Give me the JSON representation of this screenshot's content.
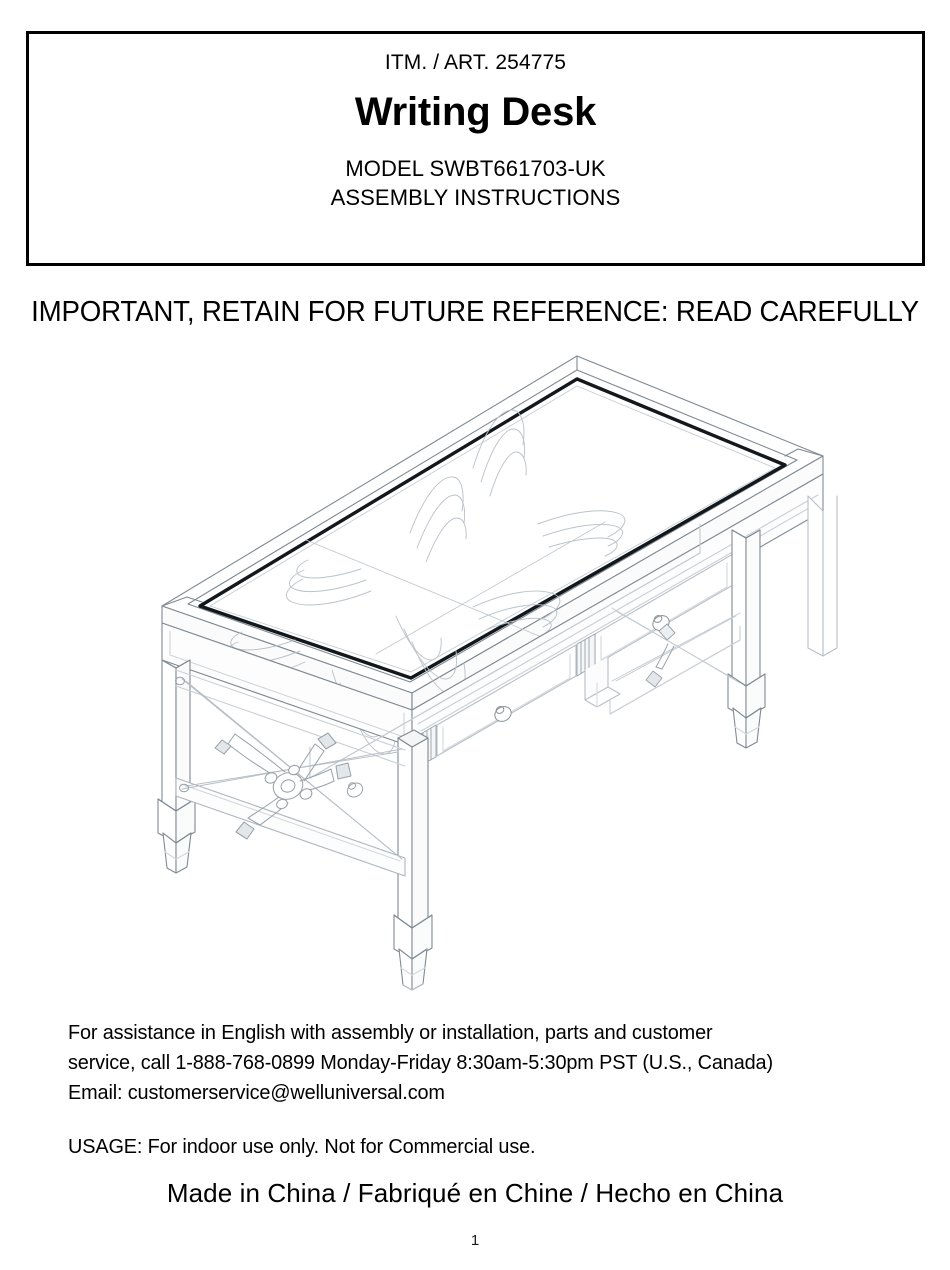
{
  "document": {
    "type": "assembly-instructions-cover",
    "page_number": "1"
  },
  "header": {
    "item_line": "ITM. / ART. 254775",
    "product_title": "Writing Desk",
    "model_line": "MODEL  SWBT661703-UK",
    "assembly_line": "ASSEMBLY INSTRUCTIONS"
  },
  "banner": {
    "important_notice": "IMPORTANT, RETAIN FOR FUTURE REFERENCE: READ CAREFULLY"
  },
  "illustration": {
    "alt": "Isometric line drawing of an assembled writing desk with two drawers, turned X-brace side panels and tapered legs",
    "stroke_color": "#808a93",
    "frame_color": "#13181d",
    "grain_color": "#b9c0c7"
  },
  "contact": {
    "line1": "For assistance in English with assembly or installation, parts and customer",
    "line2": "service, call 1-888-768-0899 Monday-Friday 8:30am-5:30pm PST (U.S., Canada)",
    "line3": "Email: customerservice@welluniversal.com"
  },
  "usage": {
    "text": "USAGE:  For indoor use only.  Not for Commercial use."
  },
  "origin": {
    "text": "Made in China / Fabriqué en Chine / Hecho en China"
  }
}
